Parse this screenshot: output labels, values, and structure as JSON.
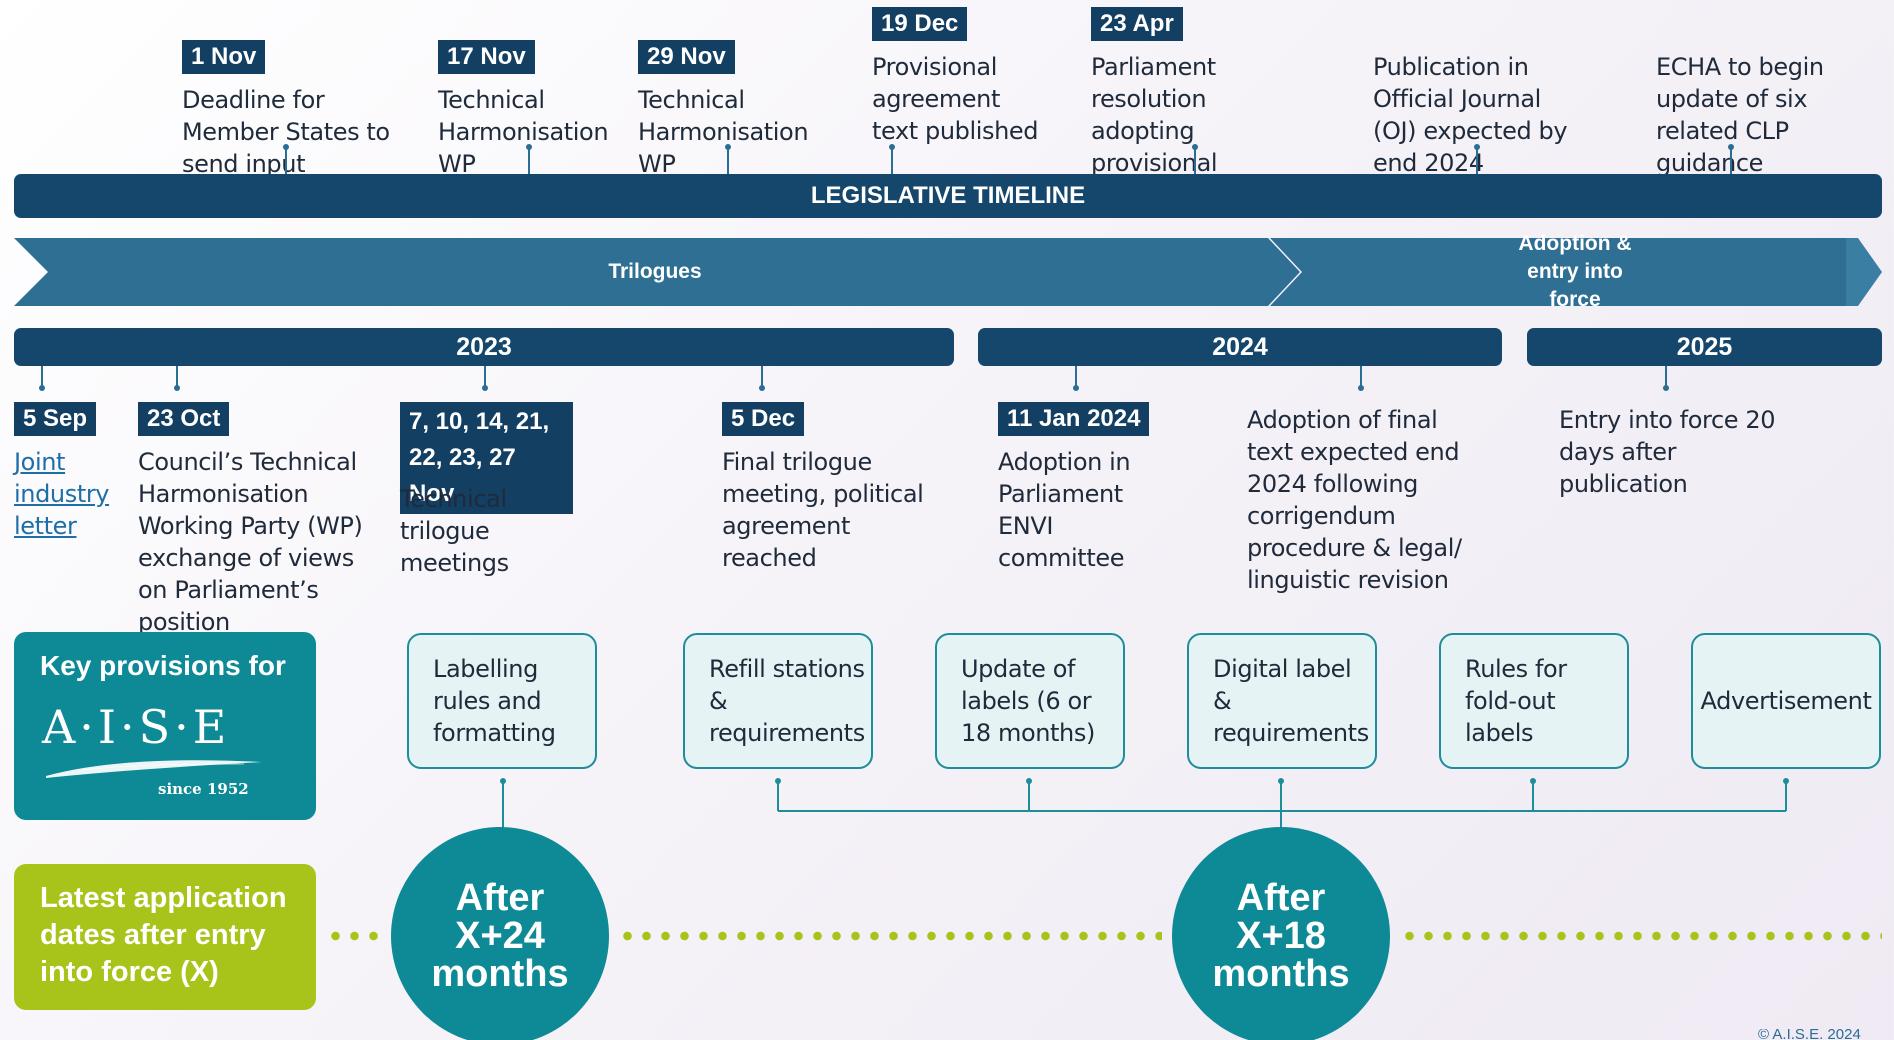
{
  "upper_events": [
    {
      "date": "1 Nov",
      "text": "Deadline for Member States to send input"
    },
    {
      "date": "17 Nov",
      "text": "Technical Harmonisation WP"
    },
    {
      "date": "29 Nov",
      "text": "Technical Harmonisation WP"
    },
    {
      "date": "19 Dec",
      "text": "Provisional agreement text published"
    },
    {
      "date": "23 Apr",
      "text": "Parliament resolution adopting provisional agreement text"
    },
    {
      "date": "",
      "text": "Publication in Official Journal (OJ) expected by end 2024"
    },
    {
      "date": "",
      "text": "ECHA to begin update of six related CLP guidance documents"
    }
  ],
  "legislative_timeline_label": "LEGISLATIVE TIMELINE",
  "phases": {
    "trilogues": "Trilogues",
    "adoption": "Adoption & entry into force"
  },
  "years": [
    "2023",
    "2024",
    "2025"
  ],
  "lower_events": [
    {
      "date": "5 Sep",
      "text": "Joint industry letter"
    },
    {
      "date": "23 Oct",
      "text": "Council’s Technical Harmonisation Working Party (WP) exchange of views on Parliament’s position"
    },
    {
      "date": "7, 10, 14, 21, 22, 23, 27 Nov",
      "text": "Technical trilogue meetings"
    },
    {
      "date": "5 Dec",
      "text": "Final trilogue meeting, political agreement reached"
    },
    {
      "date": "11 Jan 2024",
      "text": "Adoption in Parliament ENVI committee"
    },
    {
      "date": "",
      "text": "Adoption of final text expected end 2024 following corrigendum procedure & legal/ linguistic revision"
    },
    {
      "date": "",
      "text": "Entry into force 20 days after publication"
    }
  ],
  "key_provisions": {
    "title": "Key provisions for",
    "logo_text": "A·I·S·E",
    "since": "since 1952"
  },
  "provisions": [
    "Labelling rules and formatting",
    "Refill stations & requirements",
    "Update of labels (6 or 18 months)",
    "Digital label & requirements",
    "Rules for fold-out labels",
    "Advertisement"
  ],
  "application_dates": {
    "label": "Latest application dates after entry into force (X)",
    "circles": [
      {
        "line1": "After",
        "line2": "X+24",
        "line3": "months"
      },
      {
        "line1": "After",
        "line2": "X+18",
        "line3": "months"
      }
    ]
  },
  "copyright": "© A.I.S.E. 2024",
  "colors": {
    "navy": "#133f63",
    "steel_blue": "#2b6d93",
    "teal": "#0e8a96",
    "lime": "#a8c41a"
  }
}
